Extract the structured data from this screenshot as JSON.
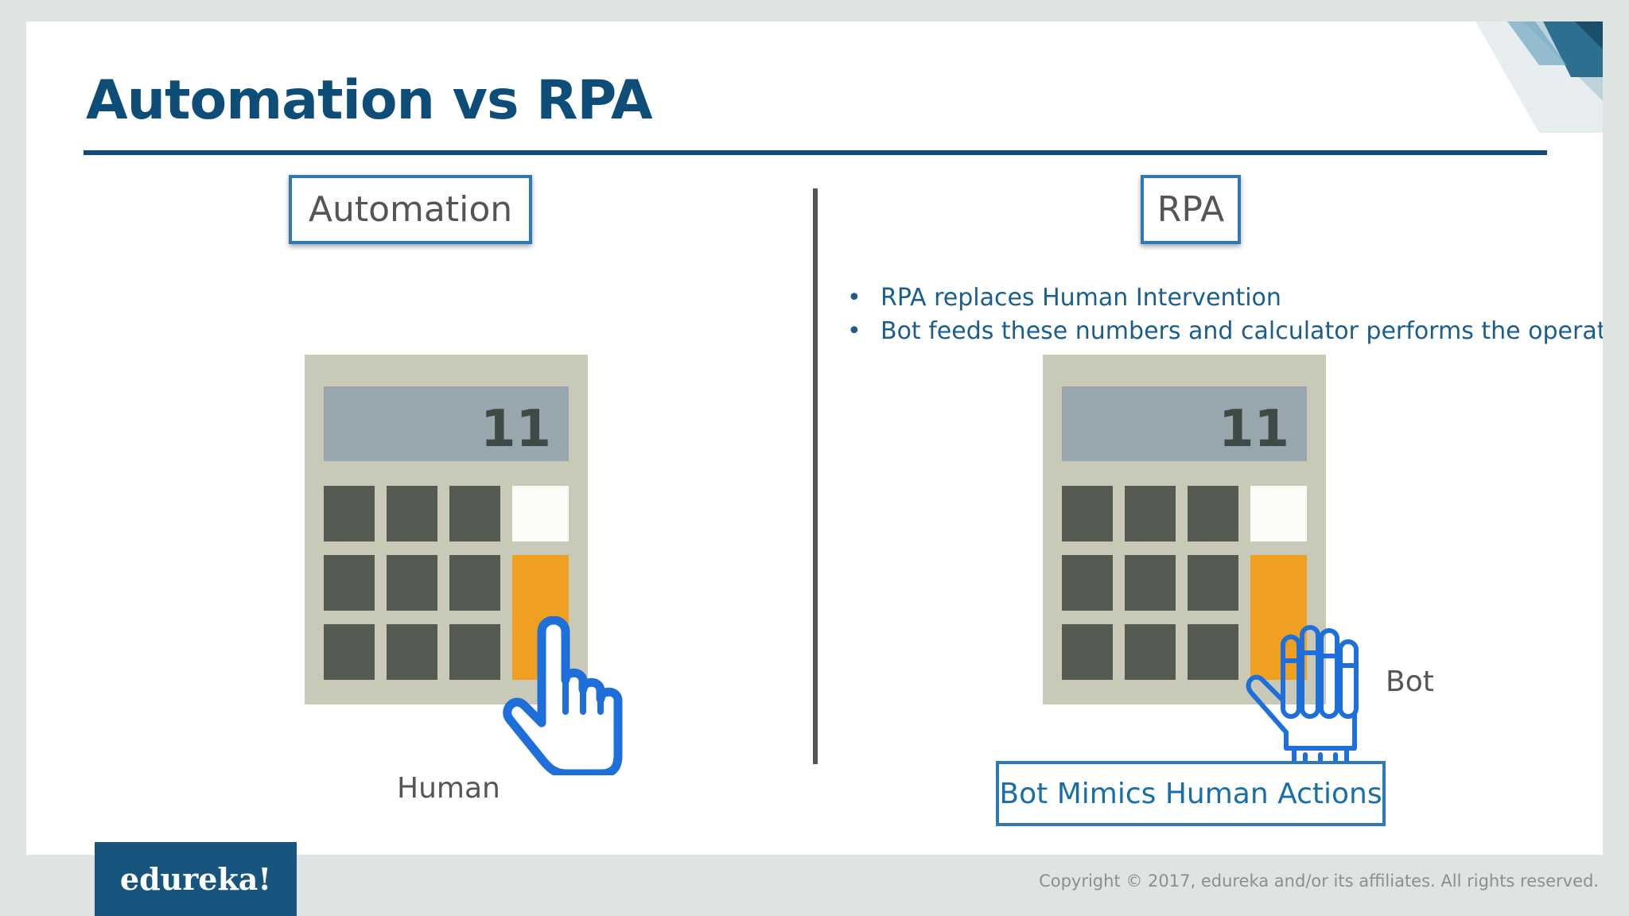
{
  "slide": {
    "title": "Automation vs RPA"
  },
  "left_panel": {
    "heading": "Automation",
    "display_value": "11",
    "caption": "Human"
  },
  "right_panel": {
    "heading": "RPA",
    "bullets": [
      "RPA replaces Human Intervention",
      "Bot feeds these numbers and calculator performs the operation"
    ],
    "display_value": "11",
    "side_caption": "Bot",
    "bottom_label": "Bot Mimics Human Actions"
  },
  "footer": {
    "logo": "edureka!",
    "copyright": "Copyright © 2017, edureka and/or its affiliates. All rights reserved."
  },
  "colors": {
    "title": "#0d4d78",
    "accent": "#2e7ab4",
    "calculator_body": "#c9c9b8",
    "calculator_display": "#98a6ad",
    "calculator_key": "#555b52",
    "calculator_key_orange": "#f0a020",
    "hand_icon": "#1e6fd9",
    "logo_bg": "#17557f"
  },
  "icons": {
    "left_hand": "pointing-hand-icon",
    "right_hand": "robot-hand-icon"
  }
}
